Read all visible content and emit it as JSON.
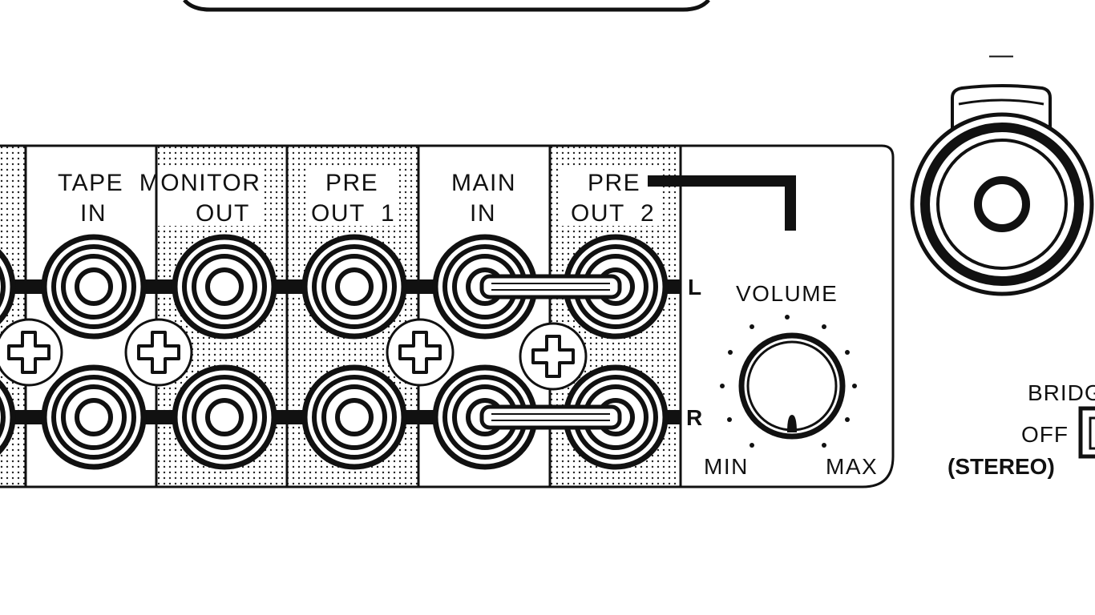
{
  "sections": {
    "tape_monitor": {
      "title": "TAPE  MONITOR",
      "in_label": "IN",
      "out_label": "OUT"
    },
    "pre_out_1": {
      "line1": "PRE",
      "line2": "OUT  1"
    },
    "main_in": {
      "line1": "MAIN",
      "line2": "IN"
    },
    "pre_out_2": {
      "line1": "PRE",
      "line2": "OUT  2"
    }
  },
  "channels": {
    "left": "L",
    "right": "R"
  },
  "volume": {
    "label": "VOLUME",
    "min_label": "MIN",
    "max_label": "MAX"
  },
  "top_label": "—",
  "bridge": {
    "label": "BRIDG",
    "off_label": "OFF",
    "stereo_label": "(STEREO)"
  }
}
